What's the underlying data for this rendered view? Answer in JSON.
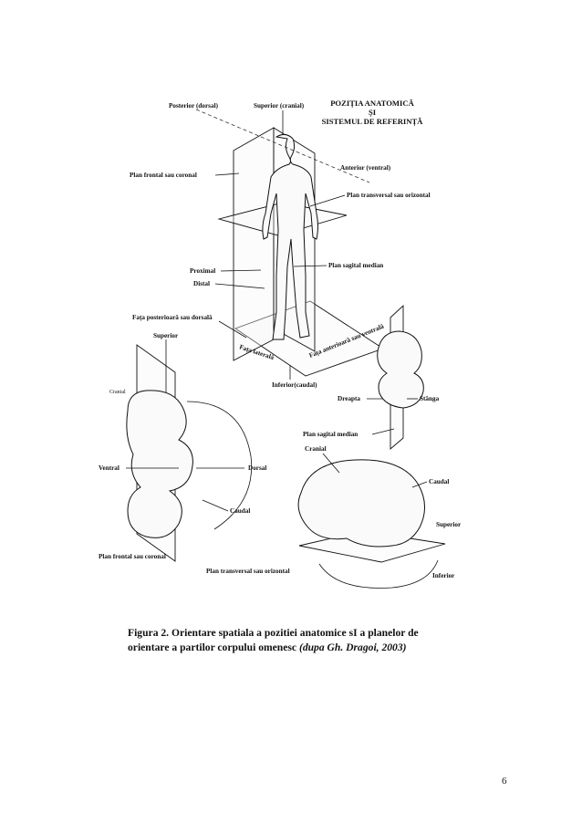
{
  "figure": {
    "heading_lines": [
      "POZIȚIA ANATOMICĂ",
      "ȘI",
      "SISTEMUL DE REFERINȚĂ"
    ],
    "human_labels": {
      "posterior": "Posterior (dorsal)",
      "superior": "Superior (cranial)",
      "frontal": "Plan frontal sau coronal",
      "anterior": "Anterior (ventral)",
      "transversal": "Plan transversal sau orizontal",
      "proximal": "Proximal",
      "distal": "Distal",
      "sagital": "Plan sagital median",
      "fata_posterioara": "Fața posterioară sau dorsală",
      "fata_laterala": "Fața laterală",
      "fata_anterioara": "Fața anterioară sau ventrală",
      "inferior": "Inferior(caudal)"
    },
    "embryo_left_labels": {
      "superior": "Superior",
      "cranial": "Cranial",
      "ventral": "Ventral",
      "dorsal": "Dorsal",
      "caudal": "Caudal",
      "frontal": "Plan frontal sau coronal",
      "transversal": "Plan transversal sau orizontal"
    },
    "embryo_top_right_labels": {
      "dreapta": "Dreapta",
      "stanga": "Stânga",
      "sagital": "Plan sagital median"
    },
    "embryo_bottom_right_labels": {
      "cranial": "Cranial",
      "caudal": "Caudal",
      "superior": "Superior",
      "inferior": "Inferior"
    }
  },
  "caption": {
    "line1": "Figura 2. Orientare spatiala a pozitiei anatomice sI a planelor de",
    "line2_normal": "orientare a partilor corpului omenesc ",
    "line2_italic": "(dupa Gh. Dragoi, 2003)"
  },
  "page_number": "6"
}
